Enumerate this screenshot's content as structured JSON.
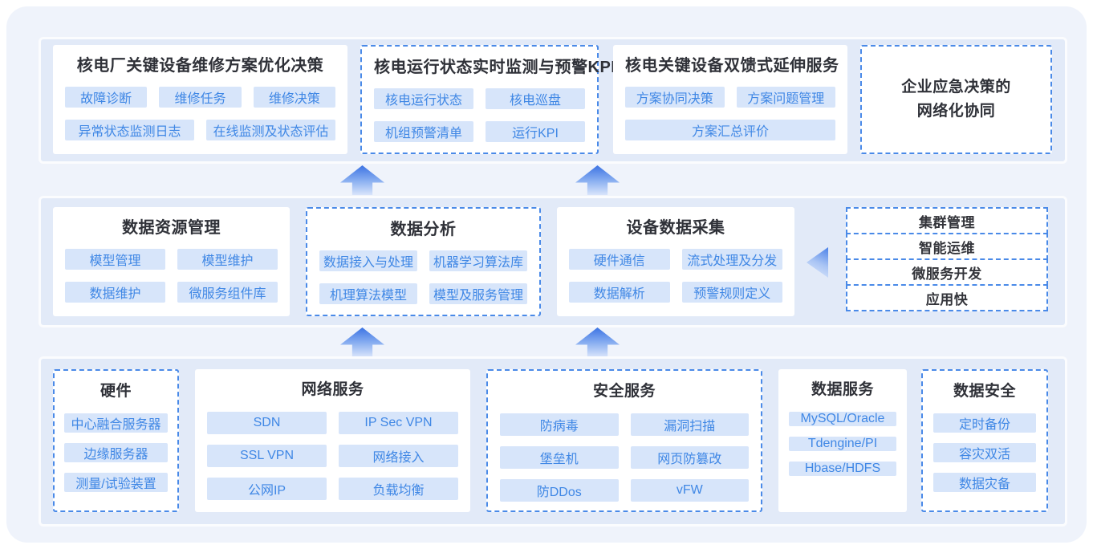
{
  "top": {
    "card1": {
      "title": "核电厂关键设备维修方案优化决策",
      "tags": [
        "故障诊断",
        "维修任务",
        "维修决策",
        "异常状态监测日志",
        "在线监测及状态评估"
      ]
    },
    "card2": {
      "title": "核电运行状态实时监测与预警KPI",
      "tags": [
        "核电运行状态",
        "核电巡盘",
        "机组预警清单",
        "运行KPI"
      ]
    },
    "card3": {
      "title": "核电关键设备双馈式延伸服务",
      "tags": [
        "方案协同决策",
        "方案问题管理",
        "方案汇总评价"
      ]
    },
    "card4": {
      "line1": "企业应急决策的",
      "line2": "网络化协同"
    }
  },
  "middle": {
    "card1": {
      "title": "数据资源管理",
      "tags": [
        "模型管理",
        "模型维护",
        "数据维护",
        "微服务组件库"
      ]
    },
    "card2": {
      "title": "数据分析",
      "tags": [
        "数据接入与处理",
        "机器学习算法库",
        "机理算法模型",
        "模型及服务管理"
      ]
    },
    "card3": {
      "title": "设备数据采集",
      "tags": [
        "硬件通信",
        "流式处理及分发",
        "数据解析",
        "预警规则定义"
      ]
    },
    "platform_items": [
      "集群管理",
      "智能运维",
      "微服务开发",
      "应用快"
    ]
  },
  "bottom": {
    "card1": {
      "title": "硬件",
      "tags": [
        "中心融合服务器",
        "边缘服务器",
        "测量/试验装置"
      ]
    },
    "card2": {
      "title": "网络服务",
      "tags": [
        "SDN",
        "IP Sec VPN",
        "SSL VPN",
        "网络接入",
        "公网IP",
        "负载均衡"
      ]
    },
    "card3": {
      "title": "安全服务",
      "tags": [
        "防病毒",
        "漏洞扫描",
        "堡垒机",
        "网页防篡改",
        "防DDos",
        "vFW"
      ]
    },
    "card4": {
      "title": "数据服务",
      "tags": [
        "MySQL/Oracle",
        "Tdengine/PI",
        "Hbase/HDFS"
      ]
    },
    "card5": {
      "title": "数据安全",
      "tags": [
        "定时备份",
        "容灾双活",
        "数据灾备"
      ]
    }
  },
  "colors": {
    "accent": "#3f87e5",
    "tag_bg": "#d7e5fa",
    "dashed_border": "#4a8ae8",
    "band_bg": "#e2eaf8",
    "outer_bg": "#eff3fb",
    "title": "#2f3138"
  }
}
